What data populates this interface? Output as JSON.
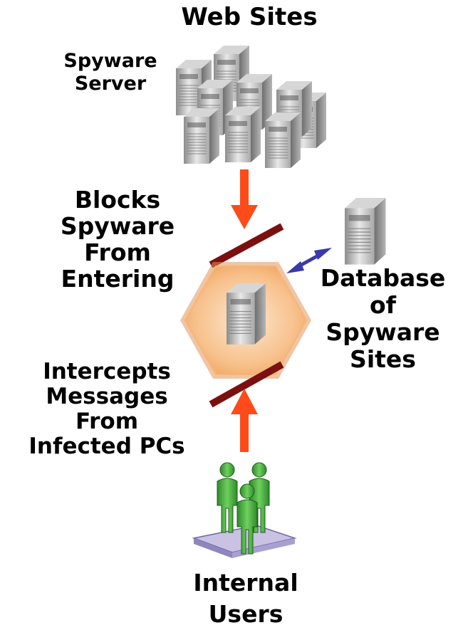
{
  "labels": {
    "web_sites": "Web Sites",
    "spyware_server": [
      "Spyware",
      "Server"
    ],
    "blocks": [
      "Blocks",
      "Spyware",
      "From",
      "Entering"
    ],
    "database": [
      "Database",
      "of",
      "Spyware",
      "Sites"
    ],
    "intercepts": [
      "Intercepts",
      "Messages",
      "From",
      "Infected PCs"
    ],
    "internal_users": [
      "Internal",
      "Users"
    ]
  },
  "icons": {
    "server": "server-tower-icon",
    "gateway": "hexagon-gateway-icon",
    "database": "database-server-icon",
    "users": "user-group-icon"
  },
  "colors": {
    "flow_arrow": "#ff4a1a",
    "barrier": "#7a1010",
    "db_arrow": "#3a3aa8",
    "hexagon": "#f7c08a",
    "users": "#3aaa35"
  }
}
